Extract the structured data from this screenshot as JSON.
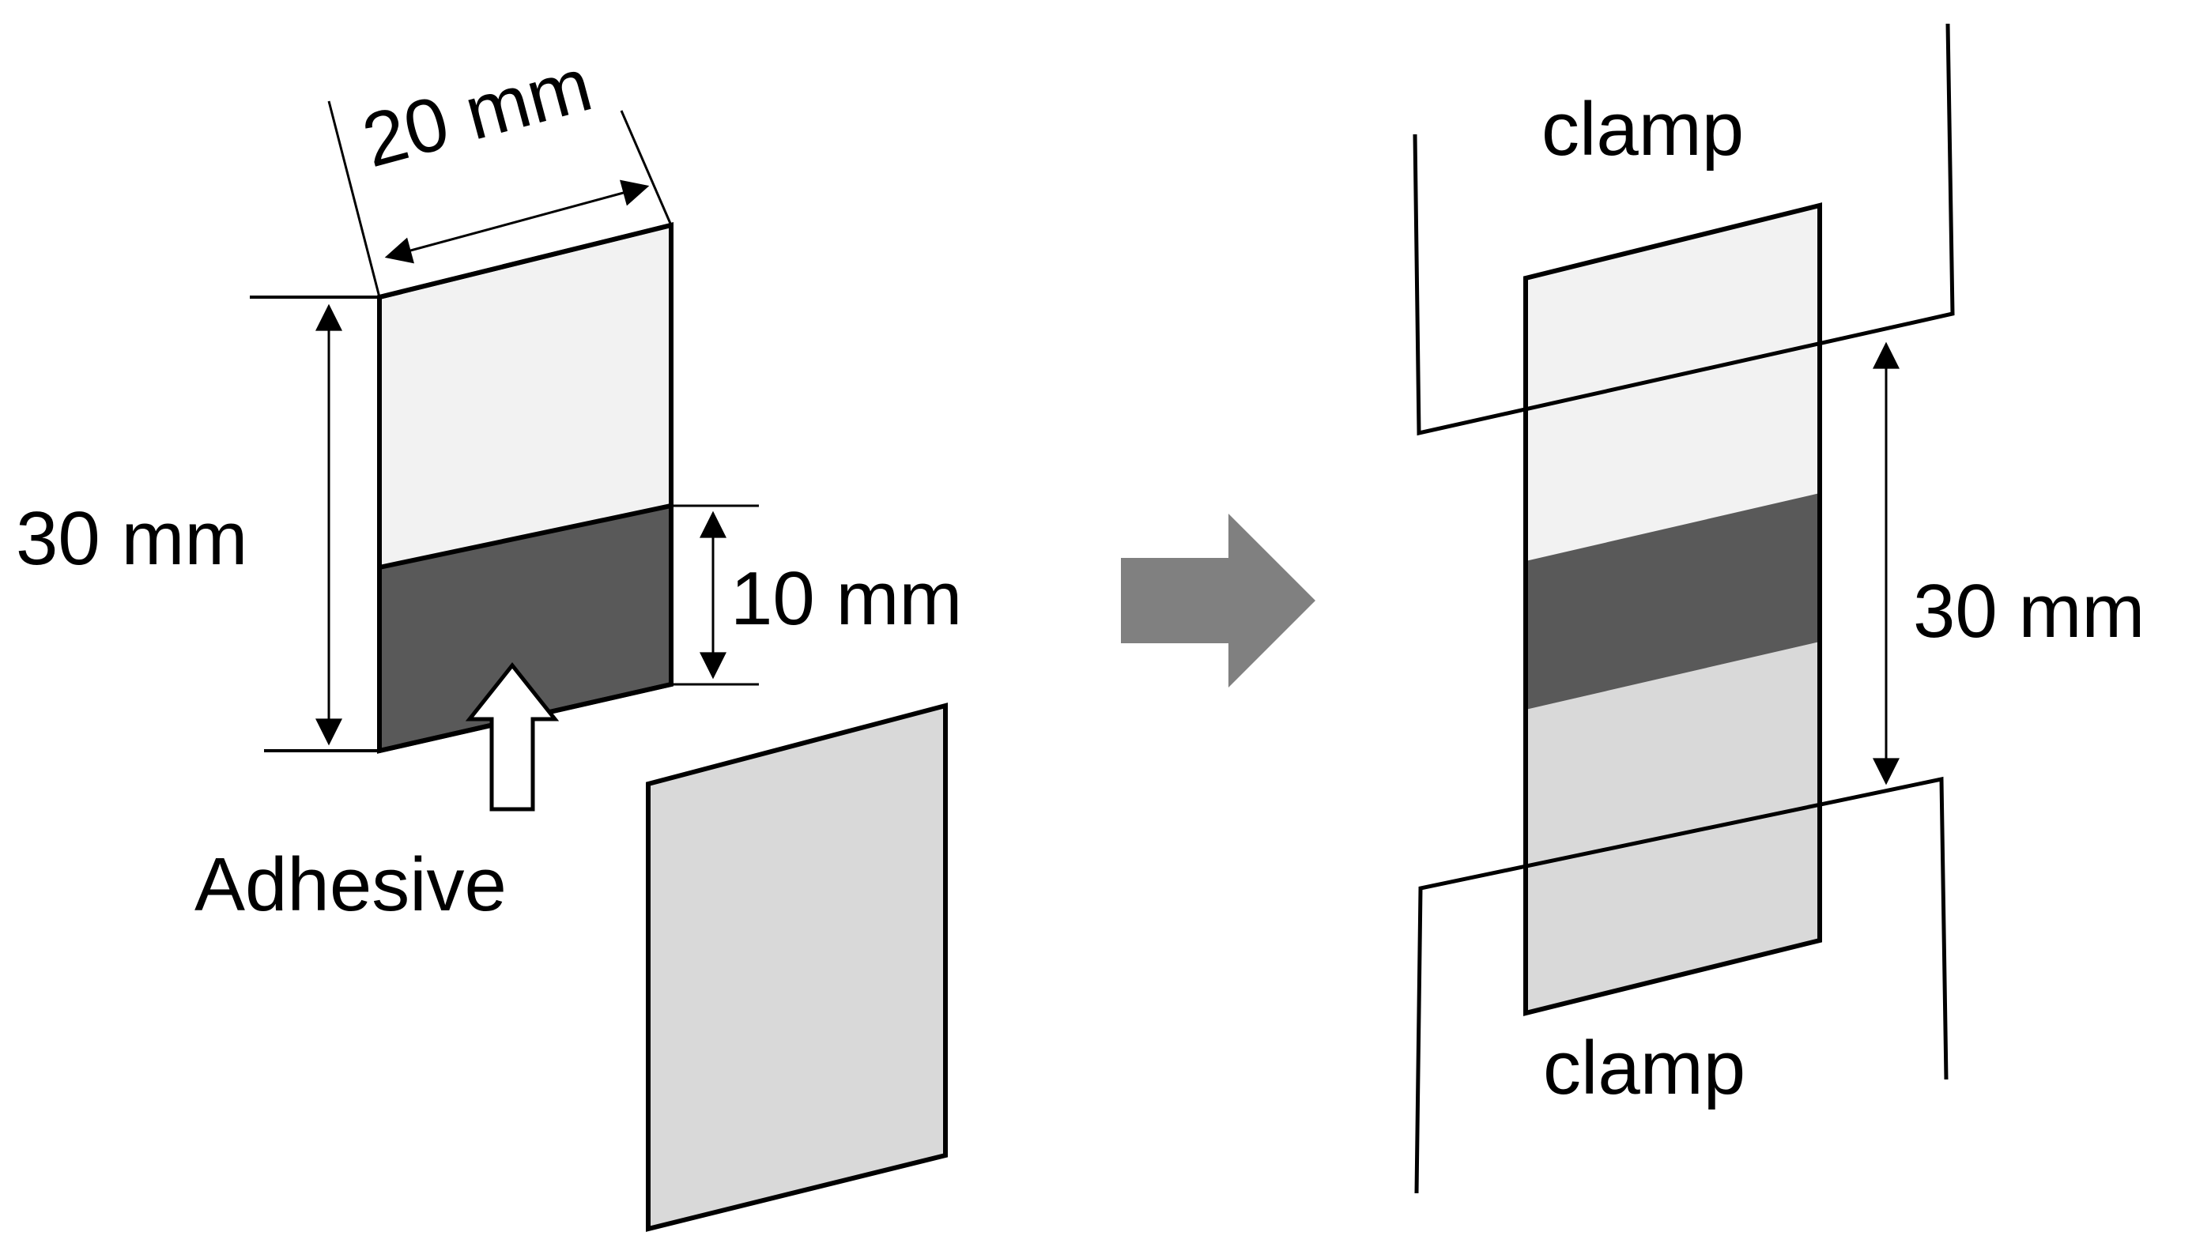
{
  "labels": {
    "width_20": "20 mm",
    "height_30_left": "30 mm",
    "overlap_10": "10 mm",
    "adhesive": "Adhesive",
    "clamp_top": "clamp",
    "clamp_bottom": "clamp",
    "gap_30_right": "30 mm"
  },
  "colors": {
    "stroke": "#000000",
    "sheet_light": "#f2f2f2",
    "sheet_mid": "#d9d9d9",
    "adhesive": "#595959",
    "process_arrow": "#808080",
    "adhesive_arrow_fill": "#ffffff"
  }
}
